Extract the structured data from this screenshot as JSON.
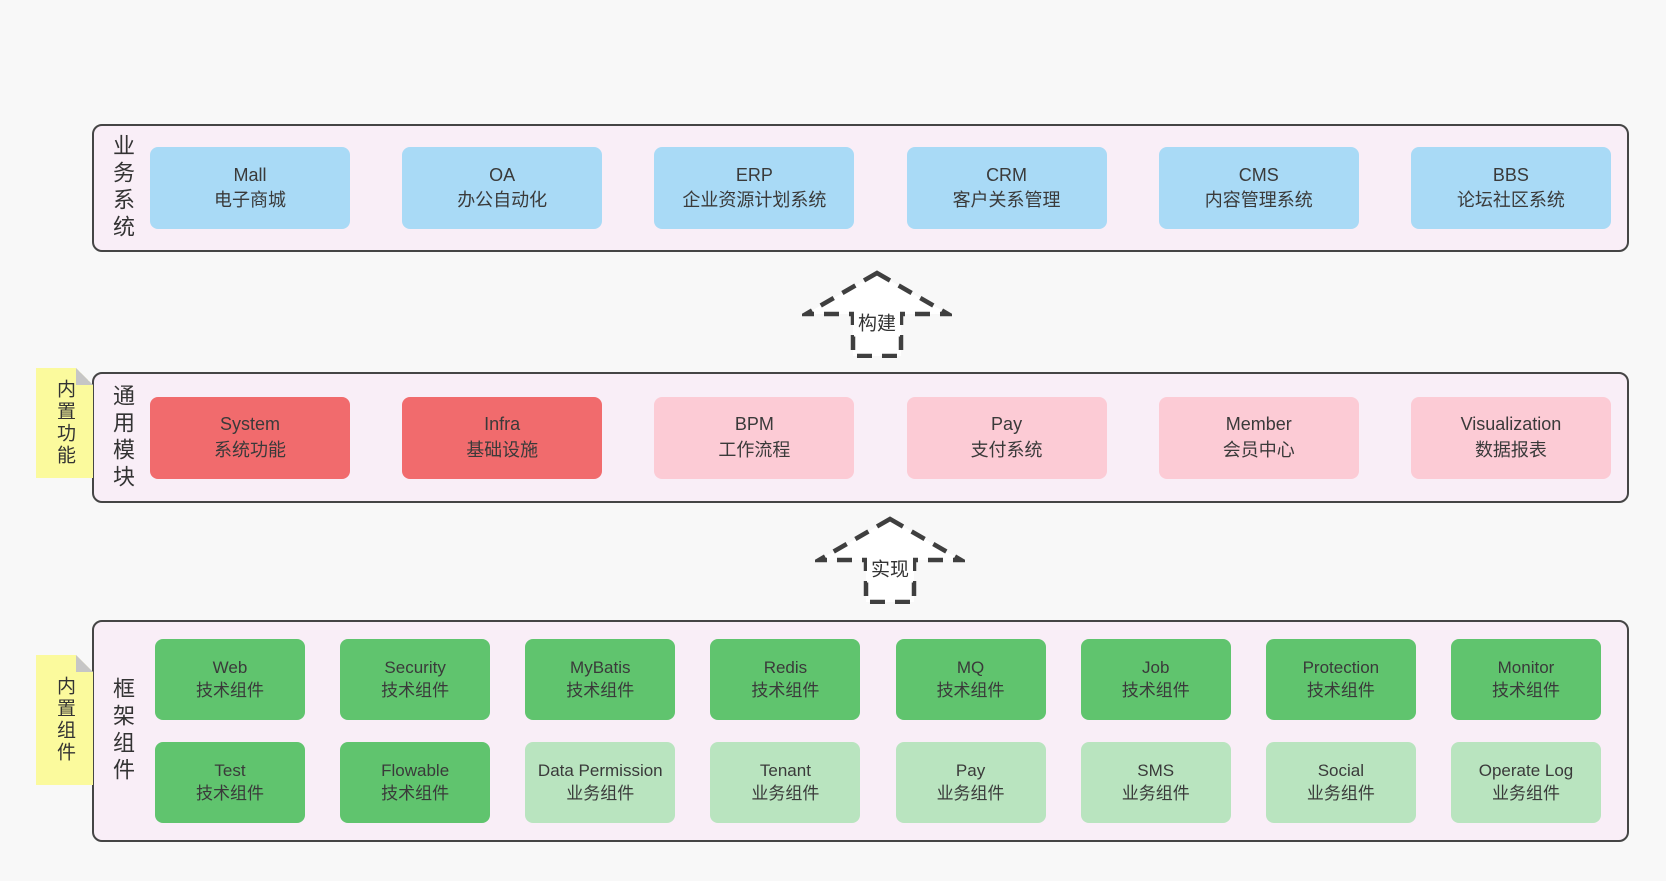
{
  "colors": {
    "page_bg": "#f8f8f8",
    "panel_bg": "#f9eef7",
    "panel_border": "#454545",
    "blue": "#a9daf6",
    "red": "#f16b6d",
    "pink": "#fccbd5",
    "green": "#60c46e",
    "light_green": "#b9e4bf",
    "sticky_yellow": "#fbfa9d",
    "fold_gray": "#c6c6c6",
    "text": "#363636"
  },
  "arrows": [
    {
      "label": "构建"
    },
    {
      "label": "实现"
    }
  ],
  "panels": [
    {
      "side_label": "业务系统",
      "rows": [
        [
          {
            "en": "Mall",
            "zh": "电子商城"
          },
          {
            "en": "OA",
            "zh": "办公自动化"
          },
          {
            "en": "ERP",
            "zh": "企业资源计划系统"
          },
          {
            "en": "CRM",
            "zh": "客户关系管理"
          },
          {
            "en": "CMS",
            "zh": "内容管理系统"
          },
          {
            "en": "BBS",
            "zh": "论坛社区系统"
          }
        ]
      ]
    },
    {
      "side_label": "通用模块",
      "sticky": "内置功能",
      "rows": [
        [
          {
            "en": "System",
            "zh": "系统功能"
          },
          {
            "en": "Infra",
            "zh": "基础设施"
          },
          {
            "en": "BPM",
            "zh": "工作流程"
          },
          {
            "en": "Pay",
            "zh": "支付系统"
          },
          {
            "en": "Member",
            "zh": "会员中心"
          },
          {
            "en": "Visualization",
            "zh": "数据报表"
          }
        ]
      ]
    },
    {
      "side_label": "框架组件",
      "sticky": "内置组件",
      "rows": [
        [
          {
            "en": "Web",
            "zh": "技术组件"
          },
          {
            "en": "Security",
            "zh": "技术组件"
          },
          {
            "en": "MyBatis",
            "zh": "技术组件"
          },
          {
            "en": "Redis",
            "zh": "技术组件"
          },
          {
            "en": "MQ",
            "zh": "技术组件"
          },
          {
            "en": "Job",
            "zh": "技术组件"
          },
          {
            "en": "Protection",
            "zh": "技术组件"
          },
          {
            "en": "Monitor",
            "zh": "技术组件"
          }
        ],
        [
          {
            "en": "Test",
            "zh": "技术组件"
          },
          {
            "en": "Flowable",
            "zh": "技术组件"
          },
          {
            "en": "Data Permission",
            "zh": "业务组件"
          },
          {
            "en": "Tenant",
            "zh": "业务组件"
          },
          {
            "en": "Pay",
            "zh": "业务组件"
          },
          {
            "en": "SMS",
            "zh": "业务组件"
          },
          {
            "en": "Social",
            "zh": "业务组件"
          },
          {
            "en": "Operate Log",
            "zh": "业务组件"
          }
        ]
      ]
    }
  ]
}
